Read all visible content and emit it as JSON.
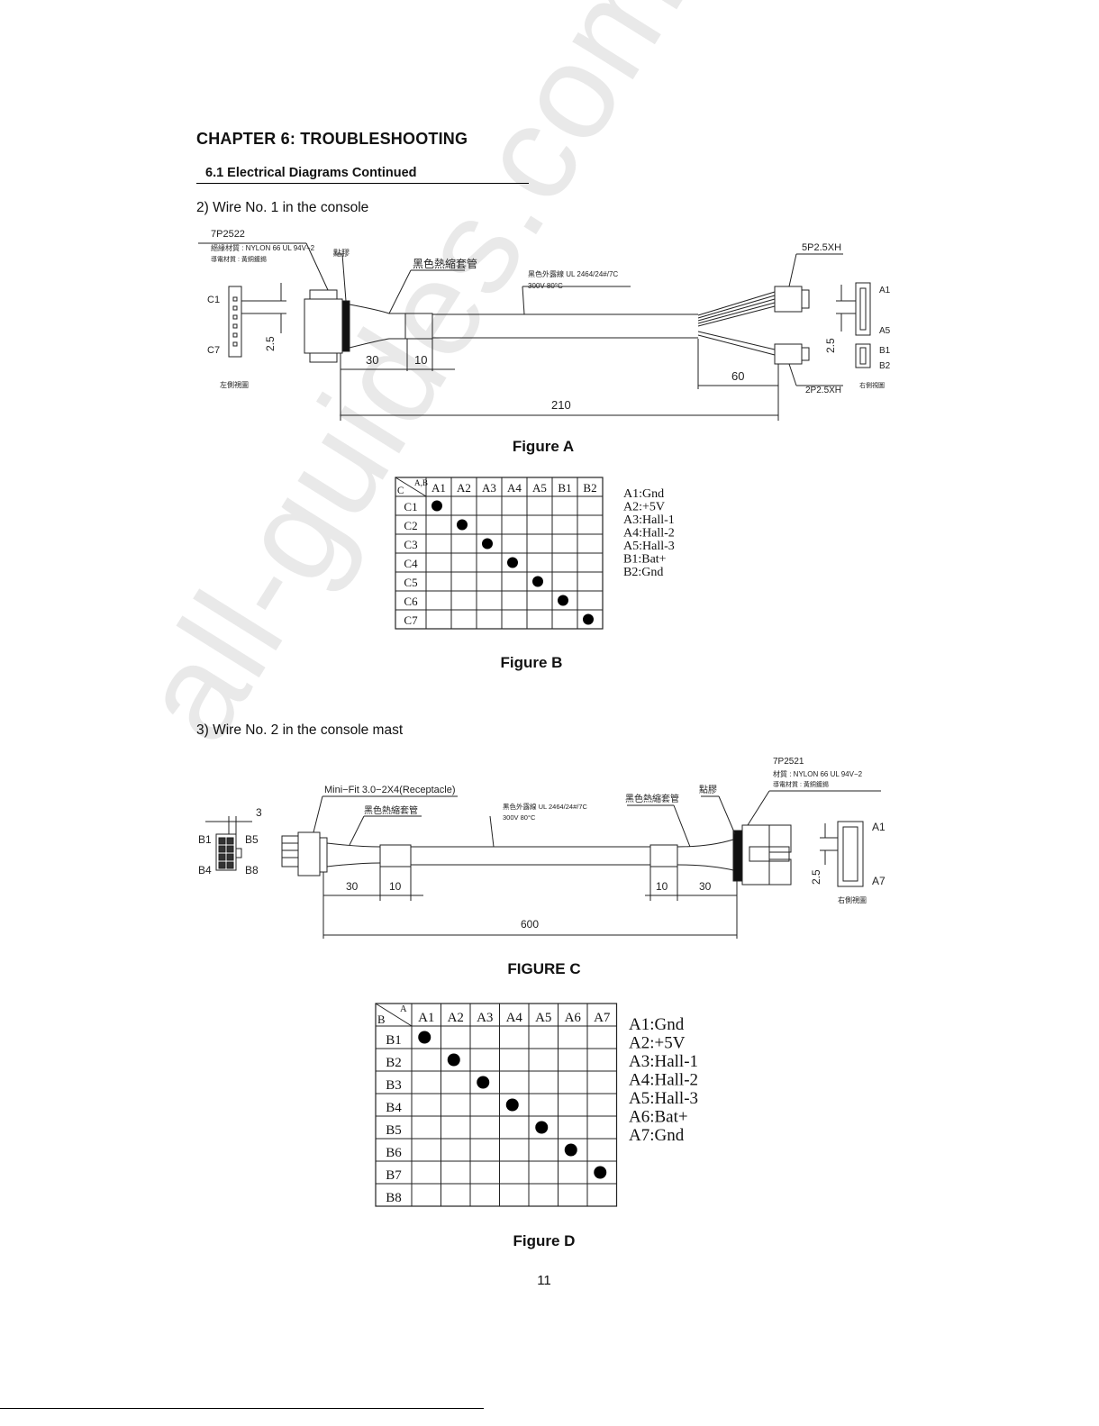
{
  "watermark": "all-guides.com",
  "chapter_title": "CHAPTER 6: TROUBLESHOOTING",
  "section_title": "6.1 Electrical Diagrams Continued",
  "item2": "2) Wire No. 1 in the console",
  "item3": "3) Wire No. 2 in the console mast",
  "figA": {
    "caption": "Figure A",
    "part_no": "7P2522",
    "material1": "絕緣材質 : NYLON 66 UL 94V−2",
    "material2": "導電材質 : 黃銅鍍錫",
    "glue": "點膠",
    "sleeve": "黑色熱縮套管",
    "wire_spec1": "黑色外露線 UL 2464/24#/7C",
    "wire_spec2": "300V 80°C",
    "conn_top": "5P2.5XH",
    "conn_bottom": "2P2.5XH",
    "left_view": "左側視圖",
    "right_view": "右側視圖",
    "c1": "C1",
    "c7": "C7",
    "a1": "A1",
    "a5": "A5",
    "b1": "B1",
    "b2": "B2",
    "dim_25": "2.5",
    "dim_30": "30",
    "dim_10": "10",
    "dim_60": "60",
    "dim_210": "210",
    "dim_25r": "2.5"
  },
  "figB": {
    "caption": "Figure B",
    "corner_top": "A,B",
    "corner_bottom": "C",
    "columns": [
      "A1",
      "A2",
      "A3",
      "A4",
      "A5",
      "B1",
      "B2"
    ],
    "rows": [
      "C1",
      "C2",
      "C3",
      "C4",
      "C5",
      "C6",
      "C7"
    ],
    "dots": [
      0,
      1,
      2,
      3,
      4,
      5,
      6
    ],
    "legend": [
      "A1:Gnd",
      "A2:+5V",
      "A3:Hall-1",
      "A4:Hall-2",
      "A5:Hall-3",
      "B1:Bat+",
      "B2:Gnd"
    ]
  },
  "figC": {
    "caption": "FIGURE C",
    "minifit": "Mini−Fit 3.0−2X4(Receptacle)",
    "sleeve_left": "黑色熱縮套管",
    "wire_spec1": "黑色外露線 UL 2464/24#/7C",
    "wire_spec2": "300V 80°C",
    "sleeve_right": "黑色熱縮套管",
    "glue": "點膠",
    "part_no": "7P2521",
    "material1": "材質 : NYLON 66 UL 94V−2",
    "material2": "導電材質 : 黃銅鍍錫",
    "right_view": "右側視圖",
    "b1": "B1",
    "b5": "B5",
    "b4": "B4",
    "b8": "B8",
    "a1": "A1",
    "a7": "A7",
    "dim_3": "3",
    "dim_30l": "30",
    "dim_10l": "10",
    "dim_10r": "10",
    "dim_30r": "30",
    "dim_600": "600",
    "dim_25": "2.5"
  },
  "figD": {
    "caption": "Figure D",
    "corner_top": "A",
    "corner_bottom": "B",
    "columns": [
      "A1",
      "A2",
      "A3",
      "A4",
      "A5",
      "A6",
      "A7"
    ],
    "rows": [
      "B1",
      "B2",
      "B3",
      "B4",
      "B5",
      "B6",
      "B7",
      "B8"
    ],
    "dots": [
      0,
      1,
      2,
      3,
      4,
      5,
      6,
      null
    ],
    "legend": [
      "A1:Gnd",
      "A2:+5V",
      "A3:Hall-1",
      "A4:Hall-2",
      "A5:Hall-3",
      "A6:Bat+",
      "A7:Gnd"
    ]
  },
  "page_number": "11"
}
